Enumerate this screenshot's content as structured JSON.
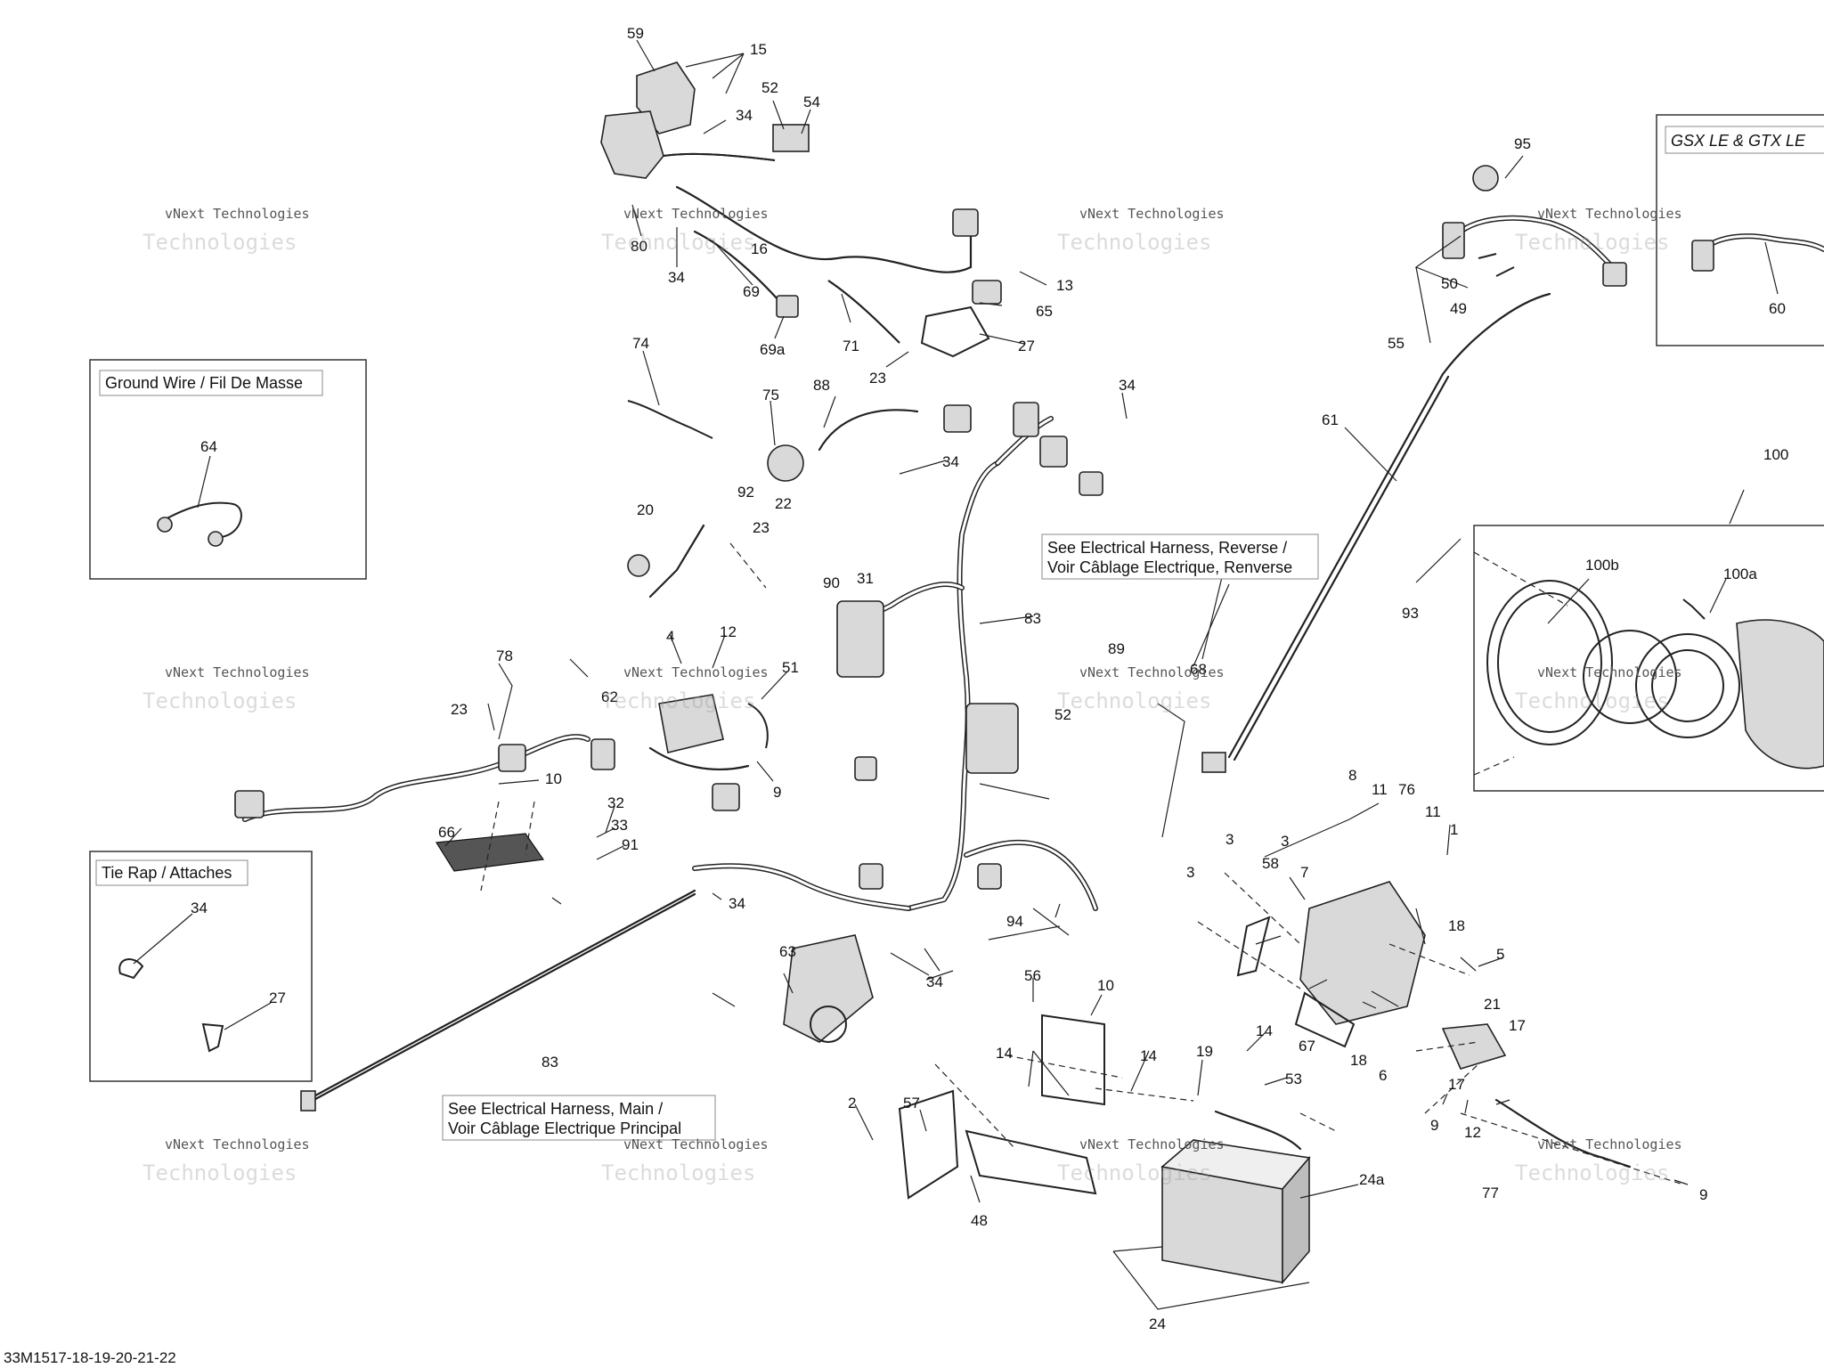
{
  "drawing_id": "33M1517-18-19-20-21-22",
  "watermark": {
    "line1": "vNext Technologies",
    "line2": "Technologies"
  },
  "insets": {
    "ground_wire": "Ground Wire / Fil De Masse",
    "tie_rap": "Tie Rap / Attaches",
    "gsx_gtx": "GSX LE & GTX LE"
  },
  "notes": {
    "reverse_line1": "See Electrical Harness, Reverse /",
    "reverse_line2": "Voir Câblage Electrique, Renverse",
    "main_line1": "See Electrical Harness, Main /",
    "main_line2": "Voir Câblage Electrique Principal"
  },
  "callouts": {
    "c59": "59",
    "c15": "15",
    "c52a": "52",
    "c54": "54",
    "c34a": "34",
    "c80": "80",
    "c16": "16",
    "c34b": "34",
    "c69": "69",
    "c69a": "69a",
    "c71": "71",
    "c13": "13",
    "c65": "65",
    "c27a": "27",
    "c23a": "23",
    "c95": "95",
    "c50": "50",
    "c49": "49",
    "c55": "55",
    "c60": "60",
    "c74": "74",
    "c75": "75",
    "c88": "88",
    "c34c": "34",
    "c34d": "34",
    "c61": "61",
    "c100": "100",
    "c64": "64",
    "c20": "20",
    "c92": "92",
    "c22": "22",
    "c23b": "23",
    "c90": "90",
    "c31": "31",
    "c93": "93",
    "c100b": "100b",
    "c100a": "100a",
    "c83a": "83",
    "c4": "4",
    "c12a": "12",
    "c51": "51",
    "c62": "62",
    "c9a": "9",
    "c78": "78",
    "c23c": "23",
    "c10a": "10",
    "c66": "66",
    "c32": "32",
    "c33": "33",
    "c91": "91",
    "c89": "89",
    "c68": "68",
    "c52b": "52",
    "c8": "8",
    "c11a": "11",
    "c76": "76",
    "c11b": "11",
    "c1": "1",
    "c3a": "3",
    "c3b": "3",
    "c3c": "3",
    "c58": "58",
    "c7": "7",
    "c18a": "18",
    "c5": "5",
    "c34e": "34",
    "c34f": "34",
    "c27b": "27",
    "c63": "63",
    "c94": "94",
    "c34g": "34",
    "c56": "56",
    "c10b": "10",
    "c21": "21",
    "c17a": "17",
    "c67": "67",
    "c18b": "18",
    "c6": "6",
    "c17b": "17",
    "c14a": "14",
    "c19": "19",
    "c14b": "14",
    "c14c": "14",
    "c53": "53",
    "c83b": "83",
    "c57": "57",
    "c2": "2",
    "c48": "48",
    "c9b": "9",
    "c12b": "12",
    "c77": "77",
    "c9c": "9",
    "c24a": "24a",
    "c24": "24"
  }
}
